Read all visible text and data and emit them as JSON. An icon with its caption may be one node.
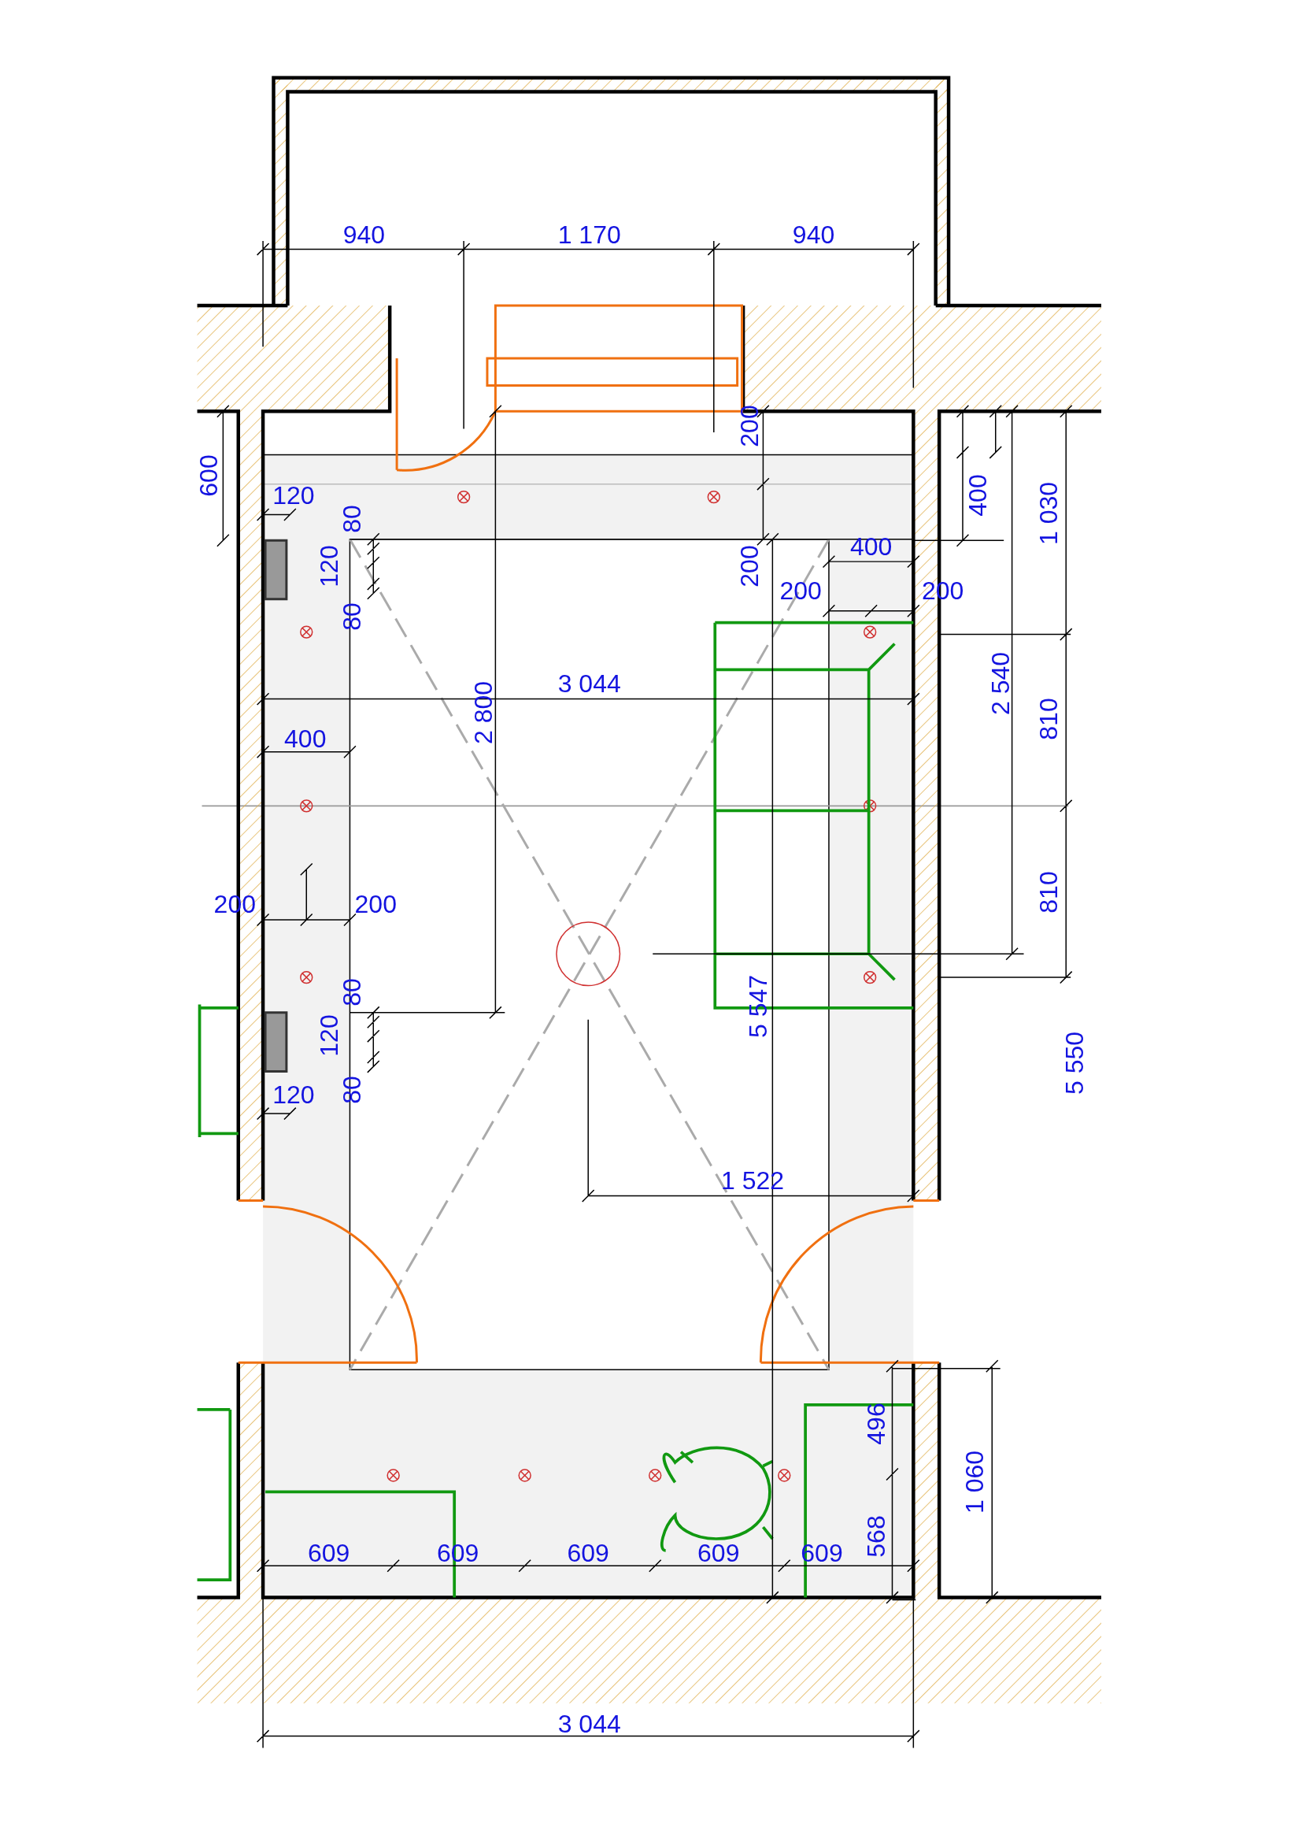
{
  "diagram": {
    "labels": [
      "940",
      "1 170",
      "940",
      "600",
      "120",
      "80",
      "200",
      "400",
      "1 030",
      "120",
      "400",
      "200",
      "80",
      "200",
      "200",
      "3 044",
      "2 800",
      "2 540",
      "400",
      "810",
      "200",
      "200",
      "810",
      "80",
      "5 547",
      "120",
      "5 550",
      "120",
      "80",
      "1 522",
      "496",
      "1 060",
      "568",
      "609",
      "609",
      "609",
      "609",
      "609",
      "3 044"
    ]
  }
}
